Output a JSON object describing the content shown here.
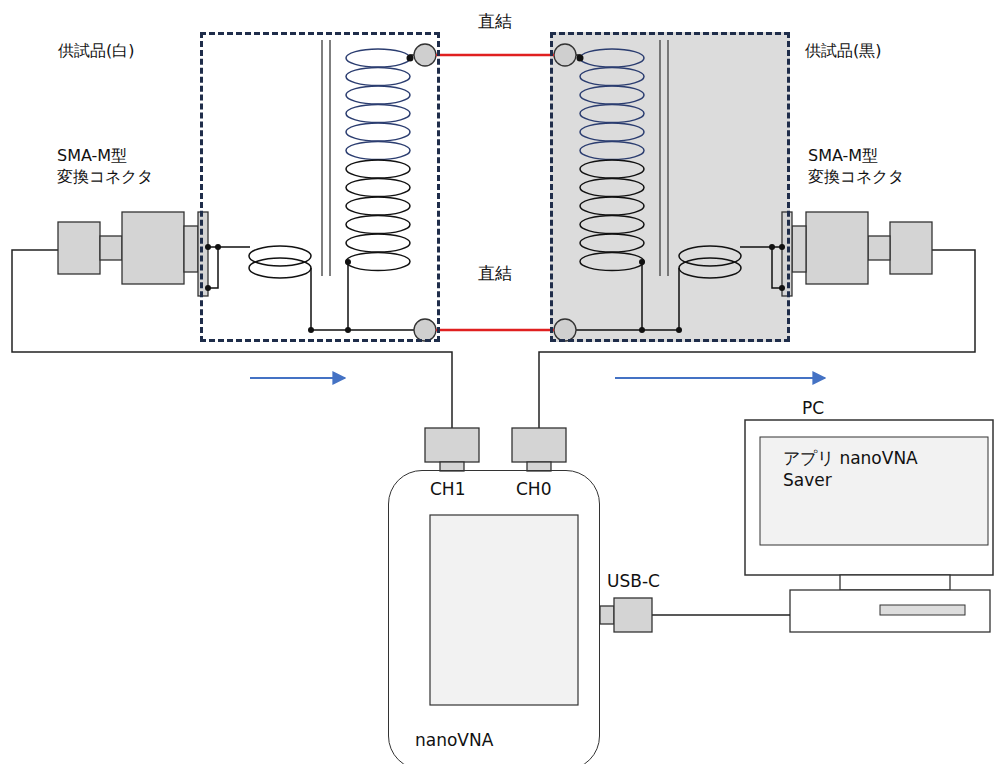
{
  "diagram": {
    "nodes": [
      {
        "text": [
          "供試品(白)"
        ]
      },
      {
        "text": [
          "供試品(黒)"
        ]
      },
      {
        "text": [
          "nanoVNA"
        ]
      },
      {
        "text": [
          "PC",
          "アプリ nanoVNA Saver"
        ]
      }
    ],
    "edges": [
      {
        "from": 0,
        "to": 2,
        "arrow": "none"
      },
      {
        "from": 1,
        "to": 2,
        "arrow": "none"
      },
      {
        "from": 2,
        "to": 3,
        "arrow": "none"
      }
    ],
    "labels": [
      "直結",
      "直結",
      "SMA-M型 変換コネクタ",
      "SMA-M型 変換コネクタ",
      "CH1",
      "CH0",
      "USB-C"
    ]
  }
}
